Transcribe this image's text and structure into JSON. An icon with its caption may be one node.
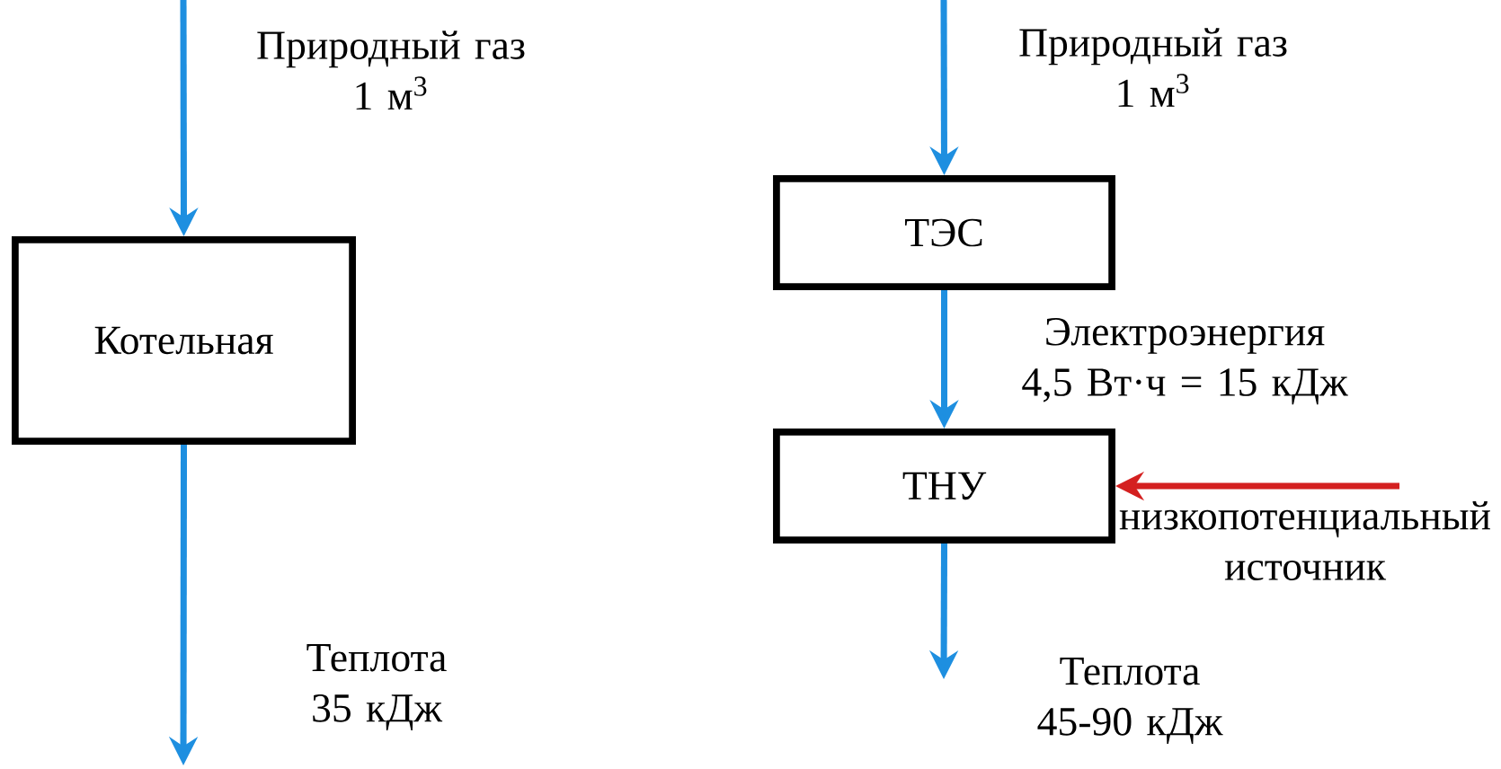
{
  "diagram": {
    "nodes": [
      {
        "text": [
          "Котельная"
        ]
      },
      {
        "text": [
          "ТЭС"
        ]
      },
      {
        "text": [
          "ТНУ"
        ]
      }
    ],
    "edges": [
      {
        "from": null,
        "to": 0,
        "arrow": "to",
        "label": "Природный газ 1 м$^{3}$"
      },
      {
        "from": 0,
        "to": null,
        "arrow": "to",
        "label": "Теплота 35 кДж"
      },
      {
        "from": null,
        "to": 1,
        "arrow": "to",
        "label": "Природный газ 1 м$^{3}$"
      },
      {
        "from": 1,
        "to": 2,
        "arrow": "to",
        "label": "Электроэнергия 4,5 Вт·ч = 15 кДж"
      },
      {
        "from": null,
        "to": 2,
        "arrow": "to",
        "label": "низкопотенциальный источник",
        "color": "#d42020"
      },
      {
        "from": 2,
        "to": null,
        "arrow": "to",
        "label": "Теплота 45-90 кДж"
      }
    ]
  }
}
